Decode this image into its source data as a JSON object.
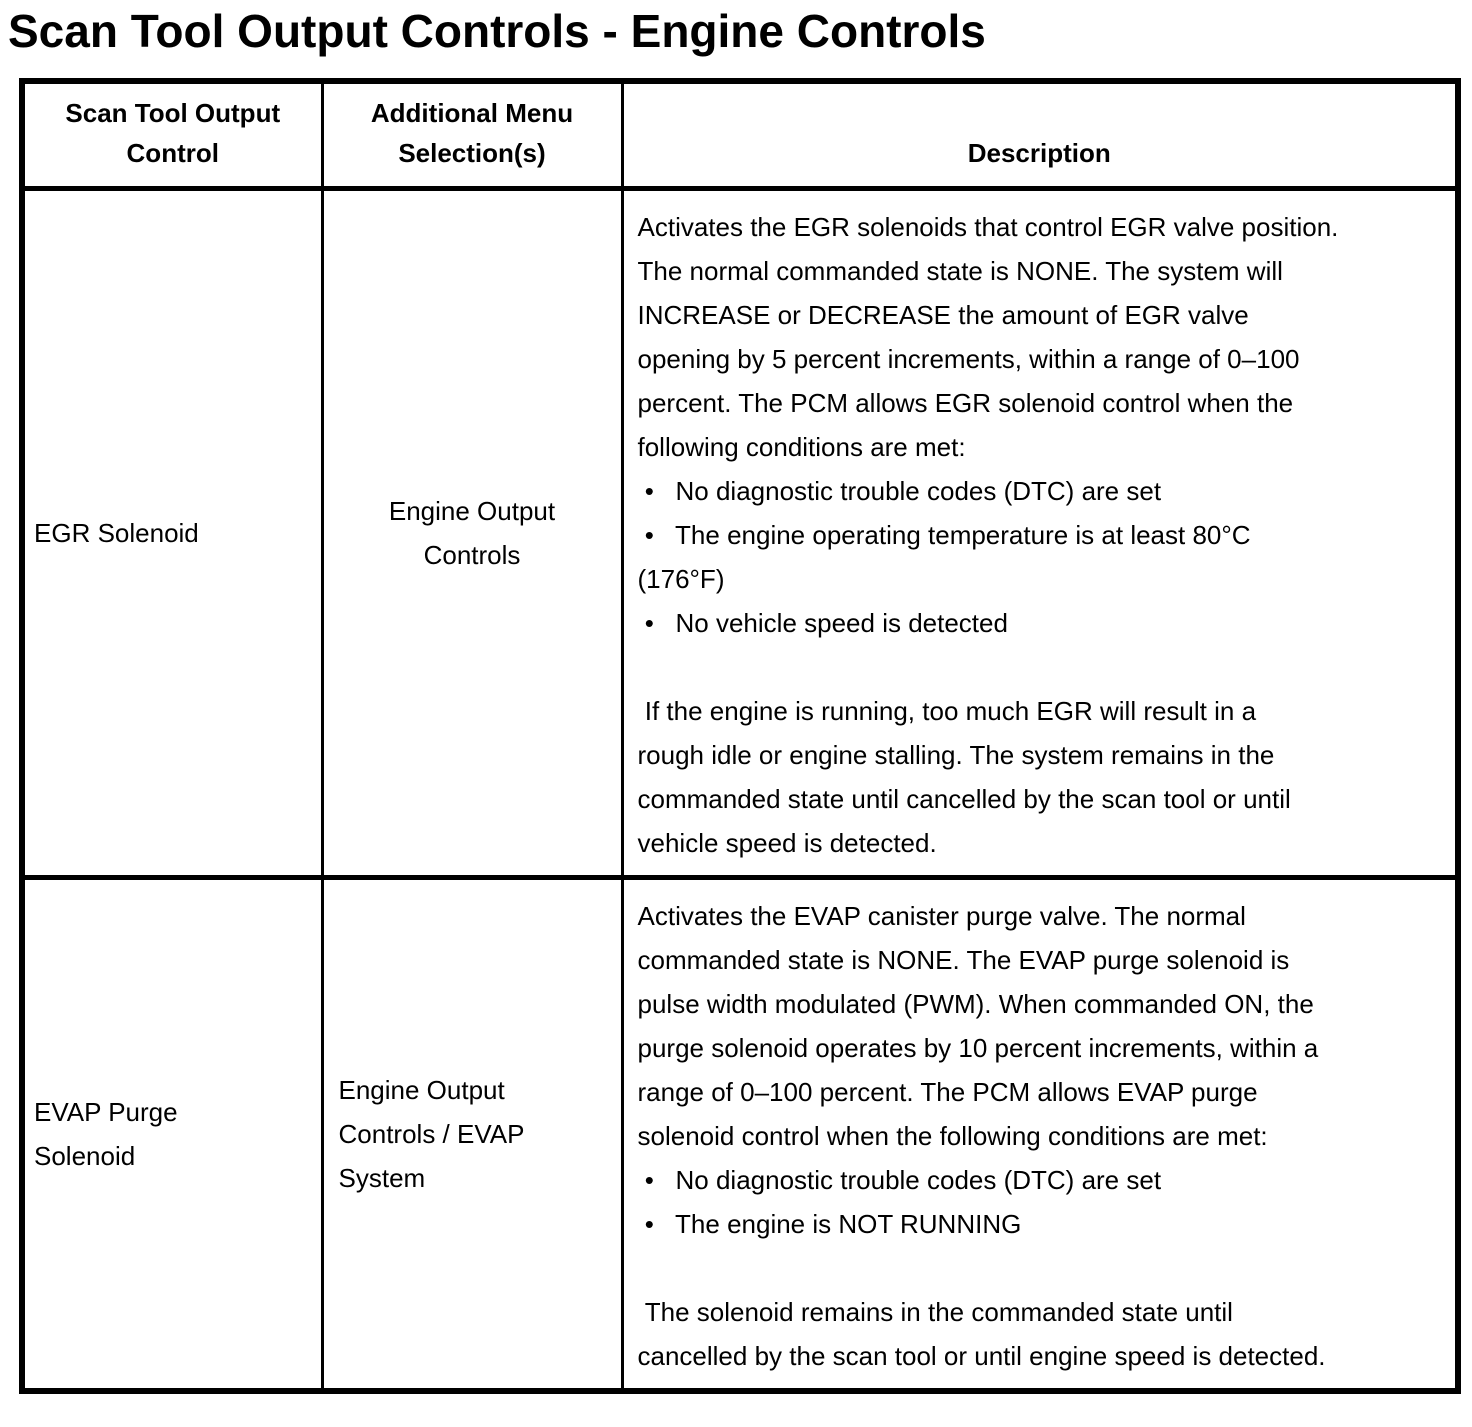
{
  "page_title": "Scan Tool Output Controls - Engine Controls",
  "theme": {
    "ink": "#000000",
    "paper": "#ffffff"
  },
  "table": {
    "headers": [
      "Scan Tool Output\nControl",
      "Additional Menu\nSelection(s)",
      "Description"
    ],
    "rows": [
      {
        "control": "EGR Solenoid",
        "menu": "Engine Output\nControls",
        "description": "Activates the EGR solenoids that control EGR valve position.\nThe normal commanded state is NONE. The system will\nINCREASE or DECREASE the amount of EGR valve\nopening by 5 percent increments, within a range of 0–100\npercent. The PCM allows EGR solenoid control when the\nfollowing conditions are met:\n •   No diagnostic trouble codes (DTC) are set\n •   The engine operating temperature is at least 80°C\n(176°F)\n •   No vehicle speed is detected\n\n If the engine is running, too much EGR will result in a\nrough idle or engine stalling. The system remains in the\ncommanded state until cancelled by the scan tool or until\nvehicle speed is detected."
      },
      {
        "control": "EVAP Purge\nSolenoid",
        "menu": "Engine Output\nControls / EVAP\nSystem",
        "description": "Activates the EVAP canister purge valve. The normal\ncommanded state is NONE. The EVAP purge solenoid is\npulse width modulated (PWM). When commanded ON, the\npurge solenoid operates by 10 percent increments, within a\nrange of 0–100 percent. The PCM allows EVAP purge\nsolenoid control when the following conditions are met:\n •   No diagnostic trouble codes (DTC) are set\n •   The engine is NOT RUNNING\n\n The solenoid remains in the commanded state until\ncancelled by the scan tool or until engine speed is detected."
      }
    ]
  }
}
